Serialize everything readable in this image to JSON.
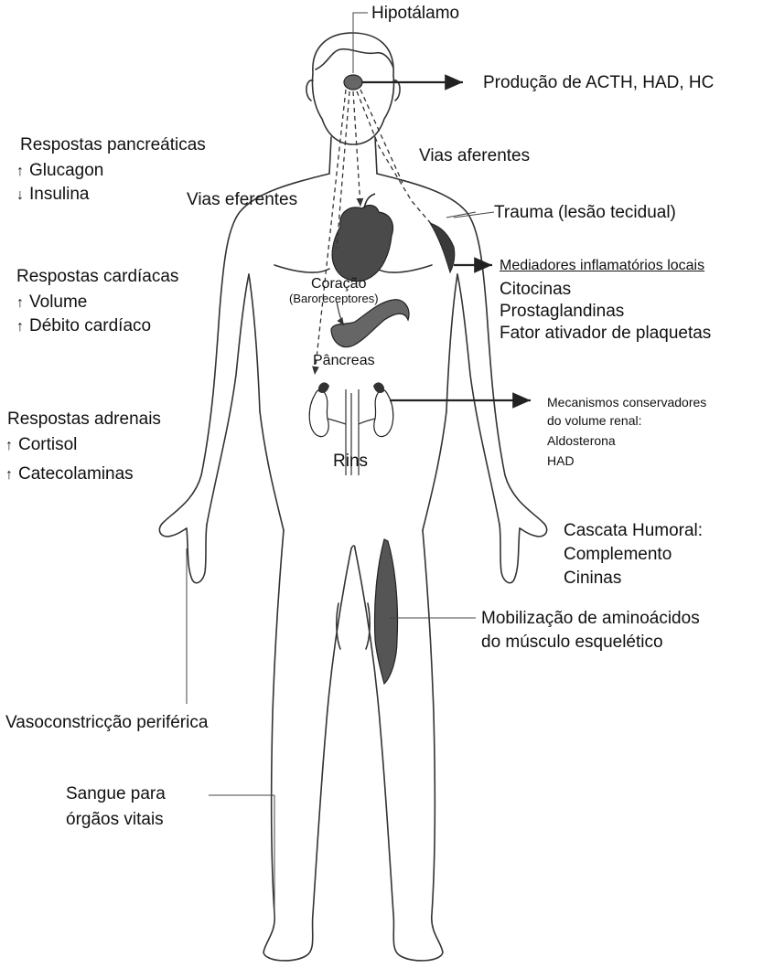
{
  "labels": {
    "hypothalamus": "Hipotálamo",
    "hormone_production": "Produção de ACTH, HAD, HC",
    "afferent": "Vias aferentes",
    "efferent": "Vias eferentes",
    "trauma": "Trauma (lesão tecidual)",
    "heart": "Coração",
    "baroreceptors": "(Baroreceptores)",
    "pancreas": "Pâncreas",
    "kidneys": "Rins",
    "peripheral_vasoconstriction": "Vasoconstricção periférica",
    "blood_line1": "Sangue para",
    "blood_line2": "órgãos vitais"
  },
  "pancreatic": {
    "title": "Respostas pancreáticas",
    "items": [
      {
        "arrow": "↑",
        "text": "Glucagon"
      },
      {
        "arrow": "↓",
        "text": "Insulina"
      }
    ]
  },
  "cardiac": {
    "title": "Respostas cardíacas",
    "items": [
      {
        "arrow": "↑",
        "text": "Volume"
      },
      {
        "arrow": "↑",
        "text": "Débito cardíaco"
      }
    ]
  },
  "adrenal": {
    "title": "Respostas adrenais",
    "items": [
      {
        "arrow": "↑",
        "text": "Cortisol"
      },
      {
        "arrow": "↑",
        "text": "Catecolaminas"
      }
    ]
  },
  "inflammatory": {
    "title": "Mediadores inflamatórios locais",
    "items": [
      "Citocinas",
      "Prostaglandinas",
      "Fator ativador de plaquetas"
    ]
  },
  "renal": {
    "title_line1": "Mecanismos conservadores",
    "title_line2": "do volume renal:",
    "items": [
      "Aldosterona",
      "HAD"
    ]
  },
  "humoral": {
    "title": "Cascata Humoral:",
    "items": [
      "Complemento",
      "Cininas"
    ]
  },
  "muscle": {
    "line1": "Mobilização de aminoácidos",
    "line2": "do músculo esquelético"
  }
}
